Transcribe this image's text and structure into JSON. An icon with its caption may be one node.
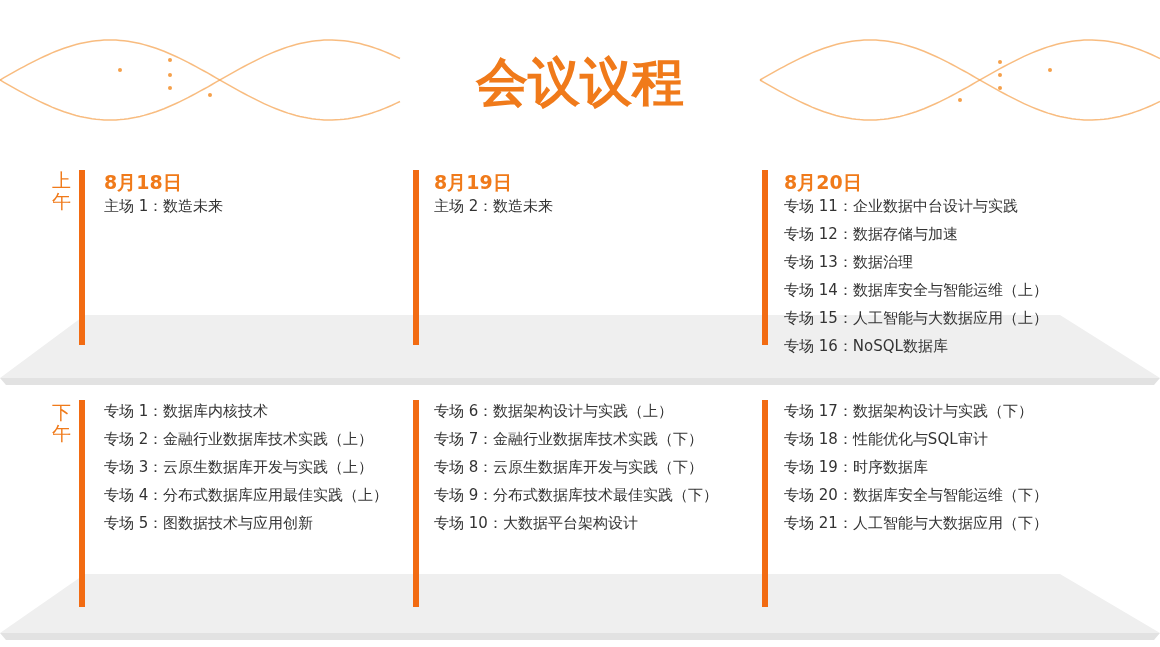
{
  "diagram": {
    "title": "会议议程",
    "labels": [
      "上午",
      "8月18日",
      "主场 1：数造未来",
      "8月19日",
      "主场 2：数造未来",
      "8月20日",
      "专场 11：企业数据中台设计与实践",
      "专场 12：数据存储与加速",
      "专场 13：数据治理",
      "专场 14：数据库安全与智能运维（上）",
      "专场 15：人工智能与大数据应用（上）",
      "专场 16：NoSQL数据库",
      "下午",
      "专场 1：数据库内核技术",
      "专场 2：金融行业数据库技术实践（上）",
      "专场 3：云原生数据库开发与实践（上）",
      "专场 4：分布式数据库应用最佳实践（上）",
      "专场 5：图数据技术与应用创新",
      "专场 6：数据架构设计与实践（上）",
      "专场 7：金融行业数据库技术实践（下）",
      "专场 8：云原生数据库开发与实践（下）",
      "专场 9：分布式数据库技术最佳实践（下）",
      "专场 10：大数据平台架构设计",
      "专场 17：数据架构设计与实践（下）",
      "专场 18：性能优化与SQL审计",
      "专场 19：时序数据库",
      "专场 20：数据库安全与智能运维（下）",
      "专场 21：人工智能与大数据应用（下）"
    ]
  }
}
